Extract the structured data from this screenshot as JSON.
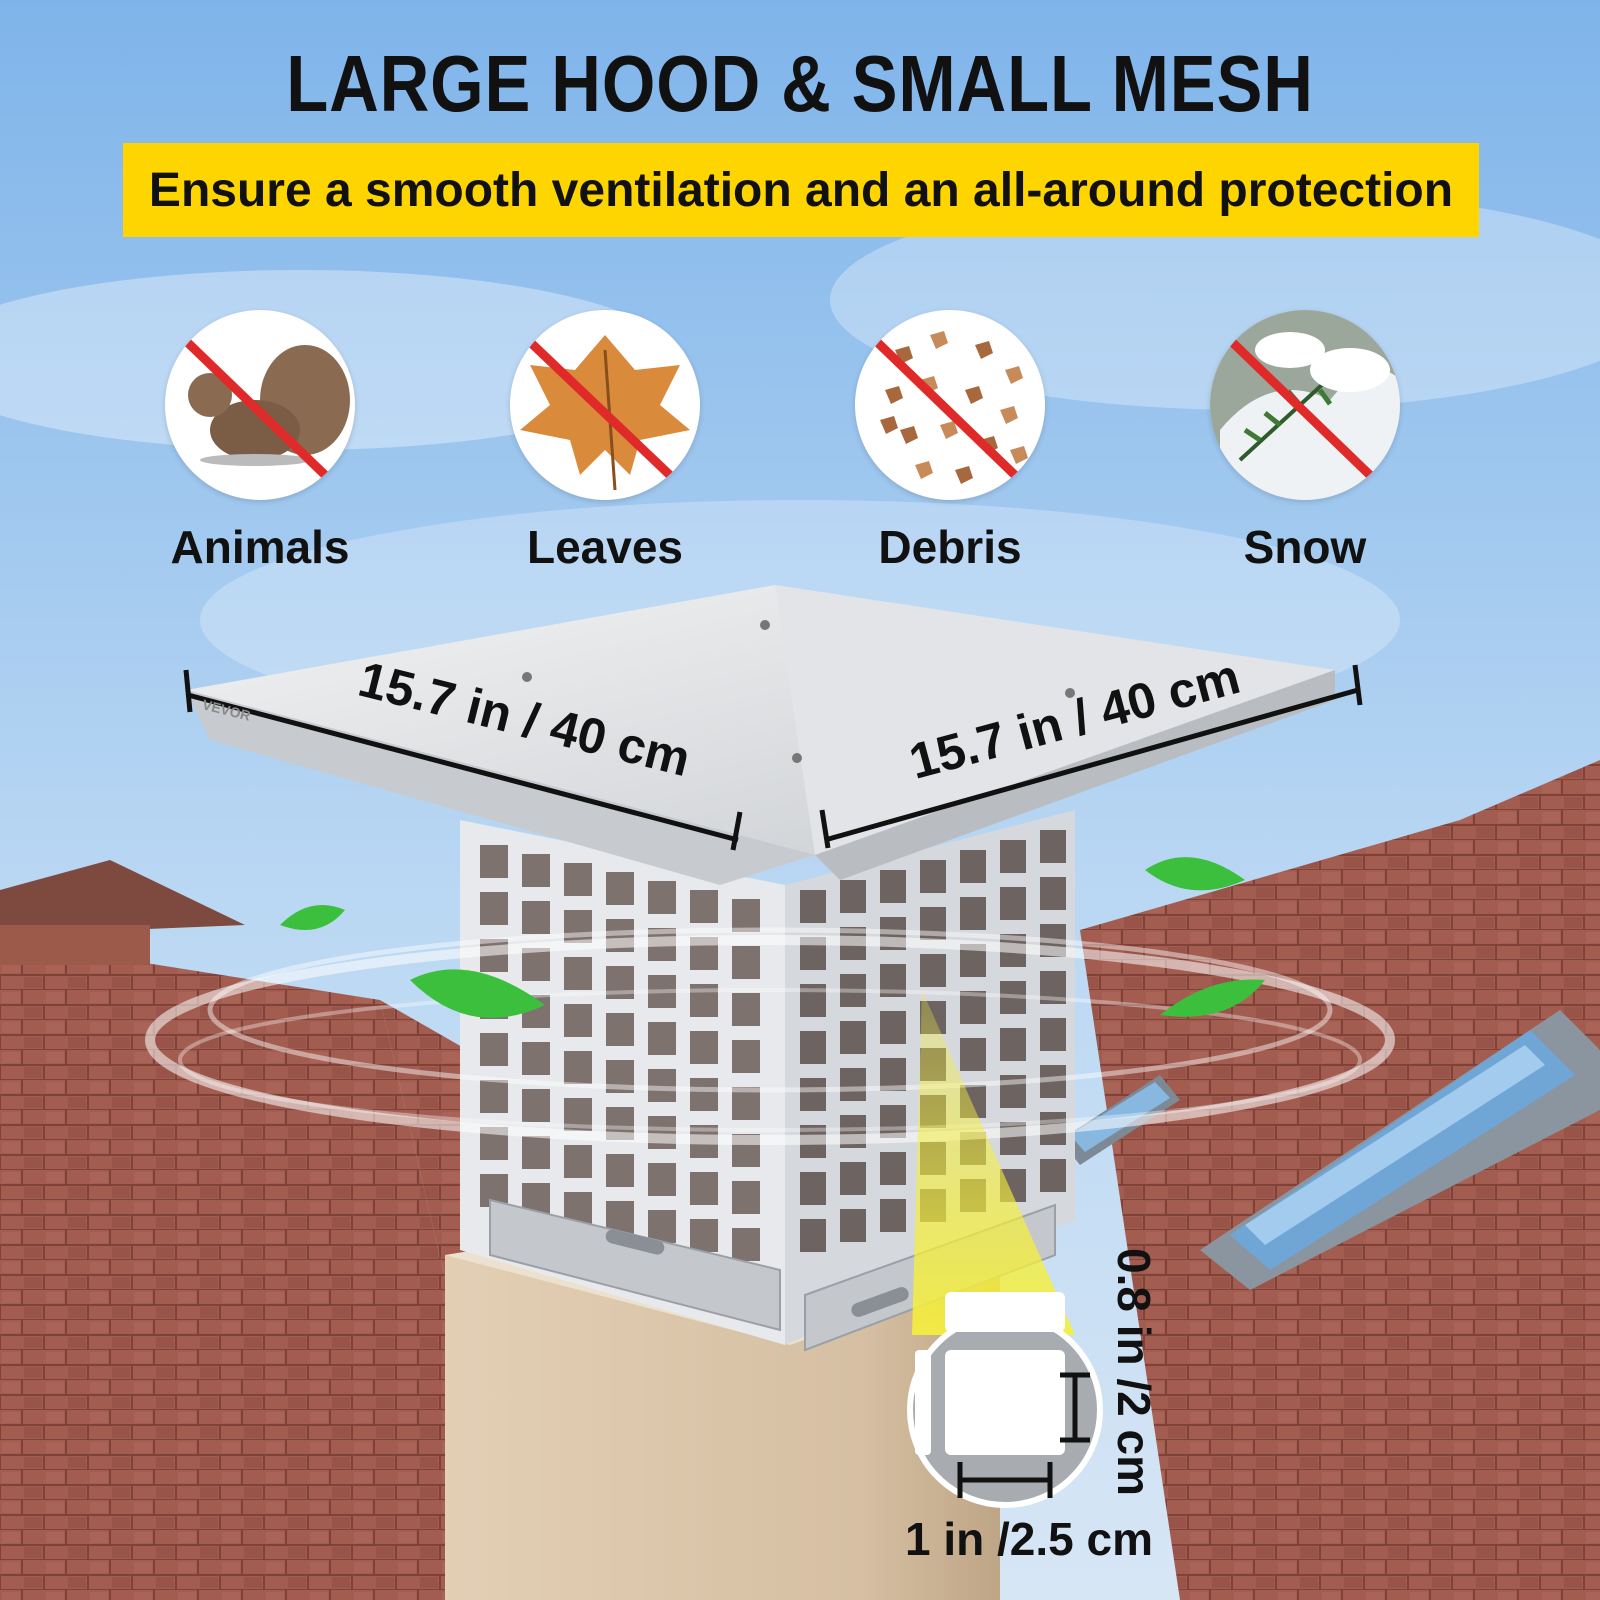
{
  "headline": "LARGE HOOD & SMALL MESH",
  "banner": "Ensure a smooth ventilation and an all-around protection",
  "protections": [
    {
      "label": "Animals",
      "icon": "squirrel-icon"
    },
    {
      "label": "Leaves",
      "icon": "leaf-icon"
    },
    {
      "label": "Debris",
      "icon": "debris-icon"
    },
    {
      "label": "Snow",
      "icon": "snow-branch-icon"
    }
  ],
  "brand": "VEVOR",
  "dimensions": {
    "hood_left": "15.7 in / 40 cm",
    "hood_right": "15.7 in / 40 cm",
    "mesh_height": "0.8 in /2 cm",
    "mesh_width": "1 in /2.5 cm"
  },
  "colors": {
    "sky_top": "#7fb4ea",
    "banner": "#ffd500",
    "roof": "#a05a4e",
    "chimney": "#d9c4a9",
    "steel": "#d8dadd",
    "callout": "#f2ee3a",
    "prohibit": "#e02a2a",
    "leaf_green": "#3cbf3c"
  }
}
